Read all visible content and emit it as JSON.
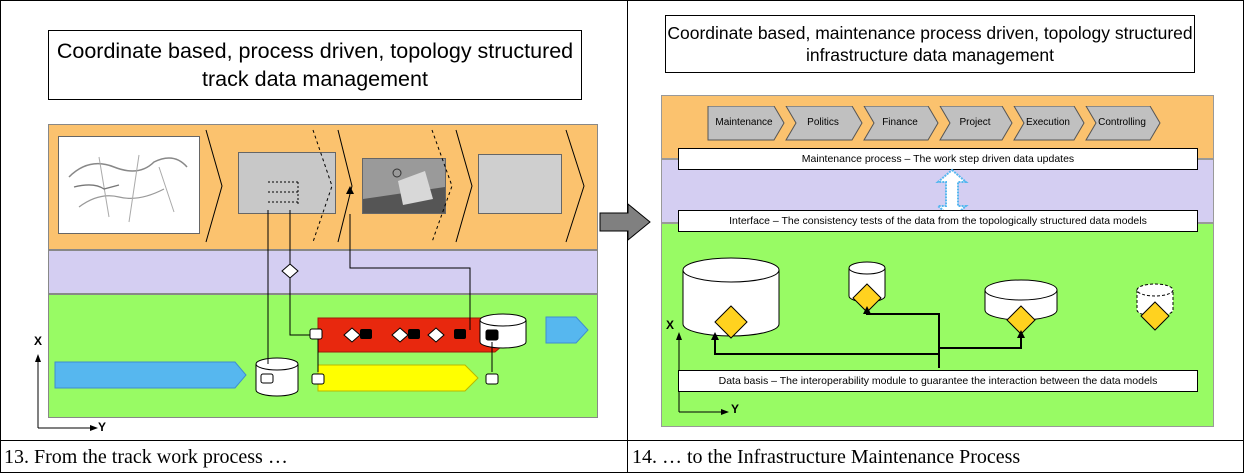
{
  "left_panel": {
    "title": "Coordinate based, process driven, topology structured track data management",
    "axis_x": "X",
    "axis_y": "Y",
    "caption": "13. From the track work process …"
  },
  "right_panel": {
    "title": "Coordinate based, maintenance process driven, topology structured infrastructure data management",
    "steps": [
      "Maintenance",
      "Politics",
      "Finance",
      "Project",
      "Execution",
      "Controlling"
    ],
    "maintenance_label": "Maintenance process – The work step driven data updates",
    "interface_label": "Interface – The consistency tests of the data from the topologically structured data models",
    "data_basis_label": "Data basis – The interoperability module to guarantee the interaction between the data models",
    "axis_x": "X",
    "axis_y": "Y",
    "caption": "14. … to the Infrastructure Maintenance Process"
  },
  "colors": {
    "orange": "#FBC26E",
    "lavender": "#D4CEF2",
    "green": "#98FB64",
    "blue": "#56B7EF",
    "red": "#E8280E",
    "yellow": "#FFFF00",
    "diamond": "#FFD21F",
    "arrow_gray": "#808080"
  }
}
